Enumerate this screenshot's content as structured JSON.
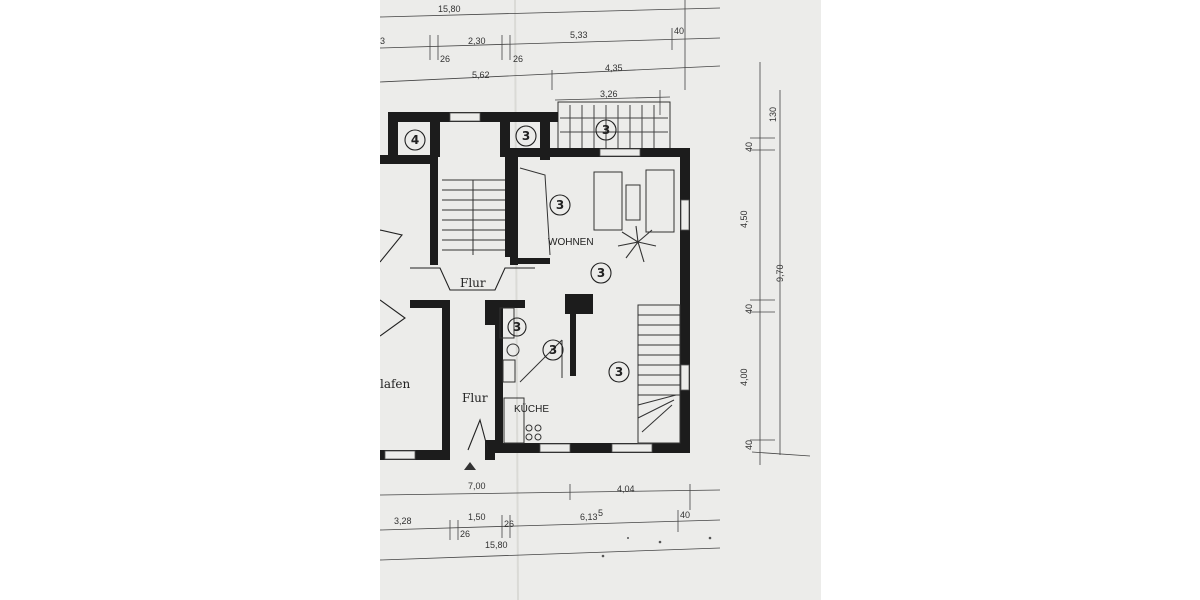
{
  "dimensions": {
    "top": [
      "15,80",
      "3",
      "2,30",
      "5,33",
      "40",
      "26",
      "26",
      "5,62",
      "4,35",
      "3,26"
    ],
    "right": [
      "130",
      "40",
      "4,50",
      "9,70",
      "40",
      "4,00",
      "40"
    ],
    "bottom": [
      "7,00",
      "4,04",
      "3,28",
      "1,50",
      "26",
      "26",
      "6,13",
      "5",
      "40",
      "15,80"
    ]
  },
  "rooms": {
    "wohnen": "WOHNEN",
    "flur_upper": "Flur",
    "flur_lower": "Flur",
    "kueche": "KÜCHE",
    "schlafen_partial": "lafen"
  },
  "room_numbers": [
    "4",
    "3",
    "3",
    "3",
    "3",
    "3",
    "3",
    "3"
  ],
  "colors": {
    "paper": "#ececea",
    "ink": "#1c1c1c",
    "background": "#ffffff"
  }
}
